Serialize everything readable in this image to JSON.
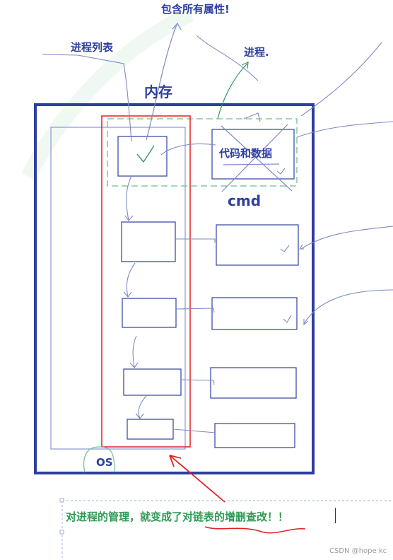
{
  "labels": {
    "all_attributes": "包含所有属性!",
    "process_list": "进程列表",
    "process": "进程.",
    "memory": "内存",
    "code_and_data": "代码和数据",
    "cmd": "cmd",
    "os": "OS"
  },
  "caption": "对进程的管理，就变成了对链表的增删查改！！",
  "watermark": "CSDN @hope kc",
  "colors": {
    "blue": "#2e3f9e",
    "light_blue": "#7f8ac4",
    "red": "#e02020",
    "green": "#2f9a55",
    "dashed_green": "#6fbf8a"
  }
}
